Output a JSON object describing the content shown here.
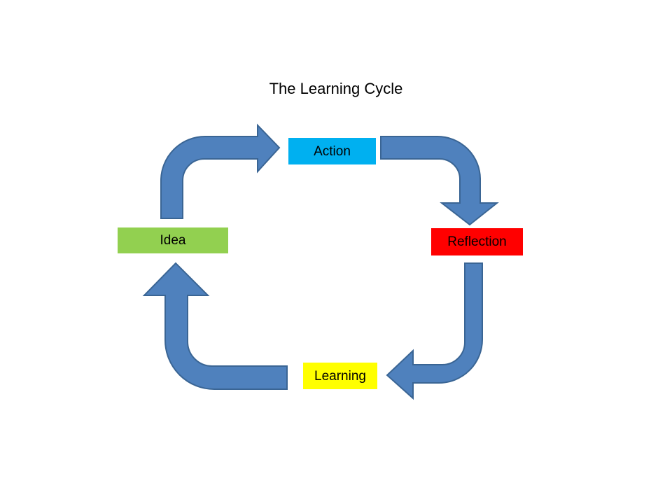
{
  "diagram": {
    "title": "The Learning Cycle",
    "arrow_fill": "#4f81bd",
    "arrow_stroke": "#3a6594",
    "stages": {
      "action": {
        "label": "Action",
        "fill": "#00b0f0",
        "text_color": "#000000"
      },
      "reflection": {
        "label": "Reflection",
        "fill": "#ff0000",
        "text_color": "#000000"
      },
      "learning": {
        "label": "Learning",
        "fill": "#ffff00",
        "text_color": "#000000"
      },
      "idea": {
        "label": "Idea",
        "fill": "#92d050",
        "text_color": "#000000"
      }
    }
  }
}
